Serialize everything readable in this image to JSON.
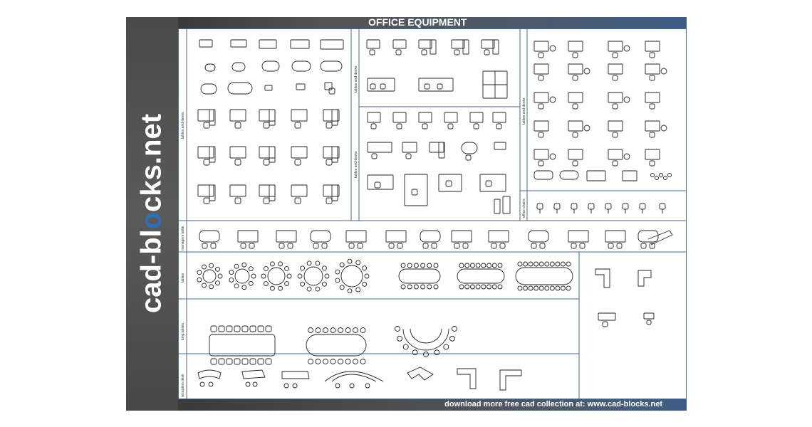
{
  "header": {
    "title": "OFFICE EQUIPMENT"
  },
  "brand": {
    "prefix": "cad-bl",
    "dot": "o",
    "suffix": "cks.net"
  },
  "footer": {
    "text": "download more free cad collection at: www.cad-blocks.net"
  },
  "sections": {
    "tables_and_desks_1": "tables and desks",
    "tables_and_desks_2": "tables and desks",
    "tables_and_desks_3": "tables and desks",
    "tables_and_desks_4": "tables and desks",
    "office_chairs": "office chairs",
    "managers_table": "managers table",
    "tables": "tables",
    "long_tables": "long tables",
    "reception_desk": "reception desk"
  }
}
